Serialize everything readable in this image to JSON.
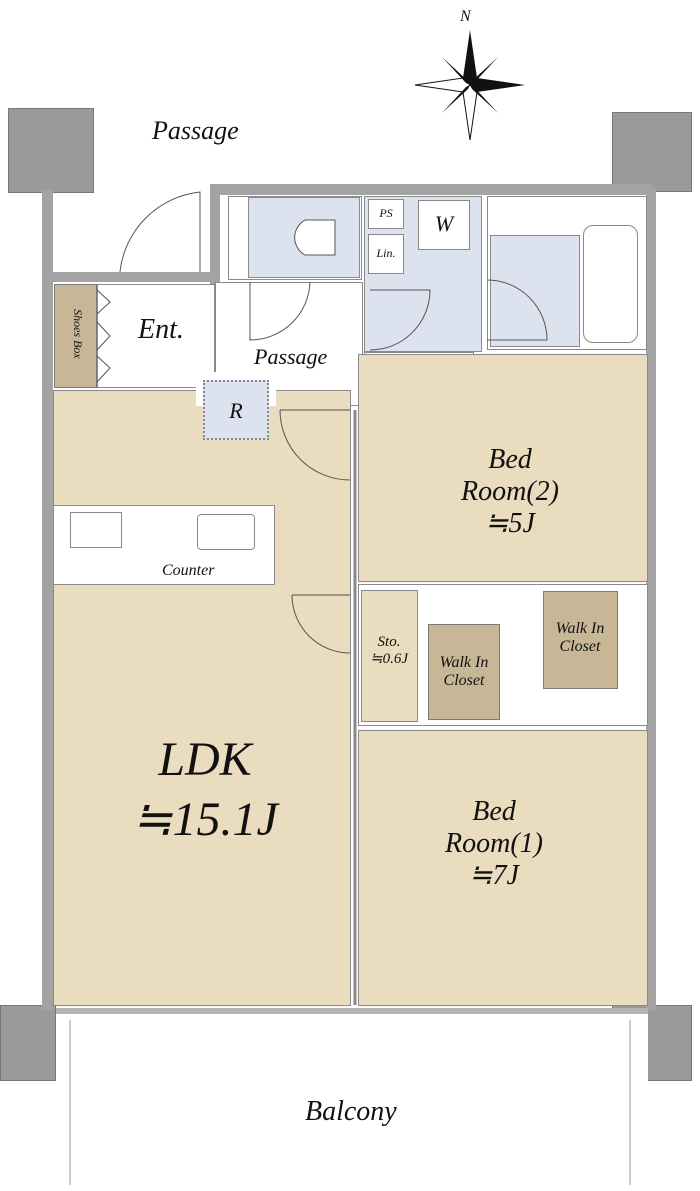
{
  "compass": {
    "label": "N"
  },
  "labels": {
    "outer_passage": "Passage",
    "entrance": "Ent.",
    "shoes_box": "Shoes Box",
    "inner_passage": "Passage",
    "ps_top": "PS",
    "linen": "Lin.",
    "washer": "W",
    "ps_wash": "PS",
    "refrigerator": "R",
    "counter": "Counter",
    "bedroom2_name_1": "Bed",
    "bedroom2_name_2": "Room(2)",
    "bedroom2_size": "≒5J",
    "storage_name": "Sto.",
    "storage_size": "≒0.6J",
    "closet1_1": "Walk In",
    "closet1_2": "Closet",
    "closet2_1": "Walk In",
    "closet2_2": "Closet",
    "ldk_name": "LDK",
    "ldk_size": "≒15.1J",
    "bedroom1_name_1": "Bed",
    "bedroom1_name_2": "Room(1)",
    "bedroom1_size": "≒7J",
    "balcony": "Balcony"
  },
  "colors": {
    "room": "#e9dcbf",
    "closet": "#c8b797",
    "wet": "#dde2ef",
    "wall": "#a3a3a3"
  }
}
